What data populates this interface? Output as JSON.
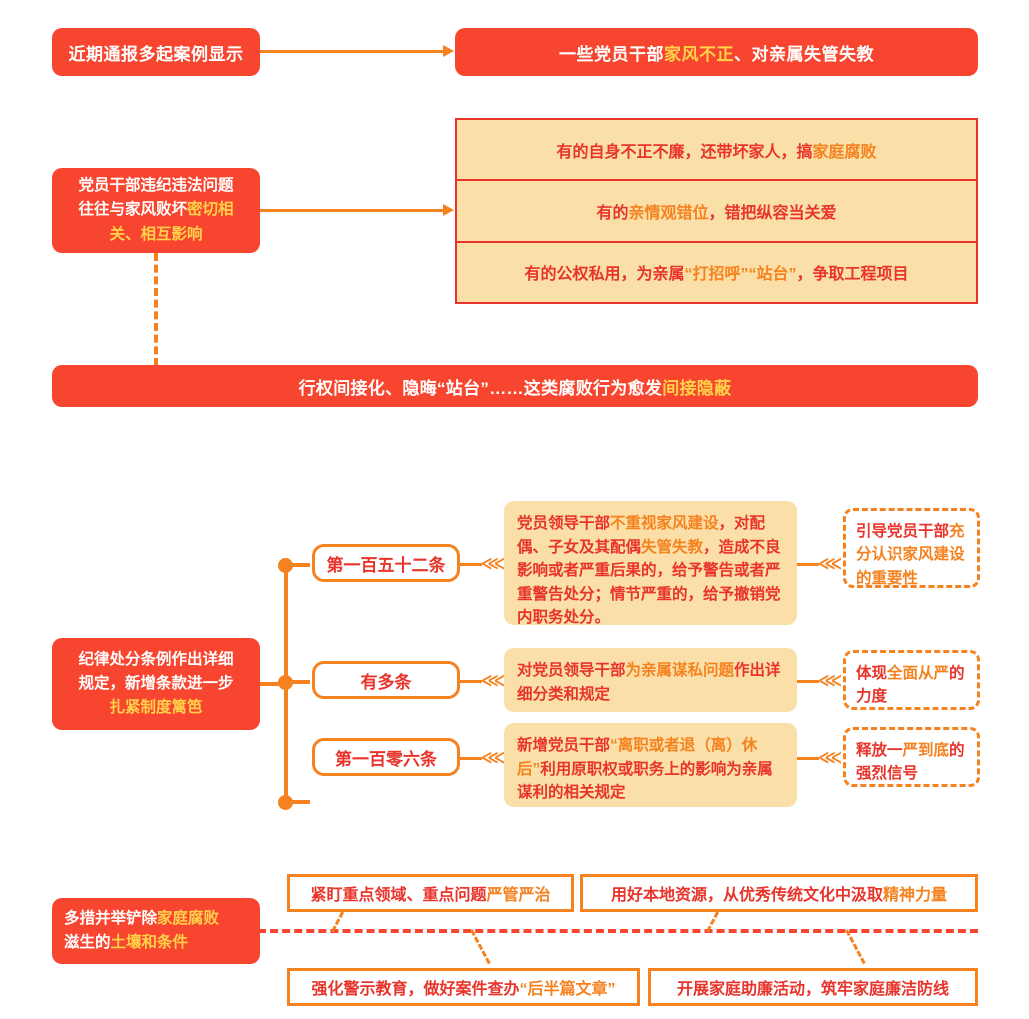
{
  "theme": {
    "red": "#F7452F",
    "orange": "#F5821F",
    "deep_red_text": "#E8342B",
    "card_bg": "#FAE0A8",
    "yellow_highlight": "#FFD24A",
    "white": "#FFFFFF"
  },
  "section1": {
    "source_label": "近期通报多起案例显示",
    "banner": {
      "part1": "一些党员干部",
      "highlight": "家风不正",
      "part2": "、对亲属失管失教"
    }
  },
  "section2": {
    "source": {
      "line1": "党员干部违纪违法问题",
      "line2": "往往与家风败坏",
      "hl2": "密切相",
      "hl3": "关、相互影响"
    },
    "rows": [
      {
        "p1": "有的自身不正不廉，还带坏家人，搞",
        "hl": "家庭腐败",
        "p2": ""
      },
      {
        "p1": "有的",
        "hl": "亲情观错位",
        "p2": "，错把纵容当关爱"
      },
      {
        "p1": "有的公权私用，为亲属",
        "hl": "“打招呼”“站台”",
        "p2": "，争取工程项目"
      }
    ],
    "banner": {
      "part1": "行权间接化、隐晦“站台”……这类腐败行为愈发",
      "highlight": "间接隐蔽"
    }
  },
  "section3": {
    "source": {
      "line1": "纪律处分条例作出详细",
      "line2": "规定，新增条款进一步",
      "hl3": "扎紧制度篱笆"
    },
    "branches": [
      {
        "node": "第一百五十二条",
        "card": {
          "p1": "党员领导干部",
          "hl1": "不重视家风建设",
          "p2": "，对配偶、子女及其配偶",
          "hl2": "失管失教",
          "p3": "，造成不良影响或者严重后果的，给予警告或者严重警告处分；情节严重的，给予撤销党内职务处分。"
        },
        "outcome": {
          "p1": "引导党员干部",
          "hl": "充分认识家风建设的重要性",
          "p2": ""
        }
      },
      {
        "node": "有多条",
        "card": {
          "p1": "对党员领导干部",
          "hl1": "为亲属谋私问题",
          "p2": "作出详细分类和规定",
          "hl2": "",
          "p3": ""
        },
        "outcome": {
          "p1": "体现",
          "hl": "全面从严",
          "p2": "的力度"
        }
      },
      {
        "node": "第一百零六条",
        "card": {
          "p1": "新增党员干部",
          "hl1": "“离职或者退（离）休后”",
          "p2": "利用原职权或职务上的影响为亲属谋利的相关规定",
          "hl2": "",
          "p3": ""
        },
        "outcome": {
          "p1": "释放一",
          "hl": "严到底",
          "p2": "的强烈信号"
        }
      }
    ],
    "arrow_glyph": "⋘"
  },
  "section4": {
    "source": {
      "line1": "多措并举铲除",
      "hl1": "家庭腐败",
      "line2": "滋生的",
      "hl2": "土壤和条件"
    },
    "measures_top": [
      {
        "p1": "紧盯重点领域、重点问题",
        "hl": "严管严治",
        "p2": ""
      },
      {
        "p1": "用好本地资源，从优秀传统文化中汲取",
        "hl": "精神力量",
        "p2": ""
      }
    ],
    "measures_bottom": [
      {
        "p1": "强化警示教育，做好案件查办",
        "hl": "“后半篇文章”",
        "p2": ""
      },
      {
        "p1": "开展家庭助廉活动，筑牢家庭廉洁防线",
        "hl": "",
        "p2": ""
      }
    ]
  }
}
